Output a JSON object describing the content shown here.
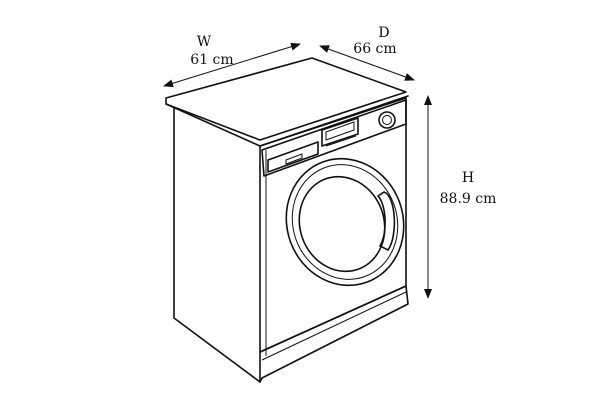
{
  "dimensions": {
    "width": {
      "letter": "W",
      "value": "61 cm"
    },
    "depth": {
      "letter": "D",
      "value": "66 cm"
    },
    "height": {
      "letter": "H",
      "value": "88.9 cm"
    }
  },
  "colors": {
    "line": "#111111",
    "background": "#ffffff"
  }
}
